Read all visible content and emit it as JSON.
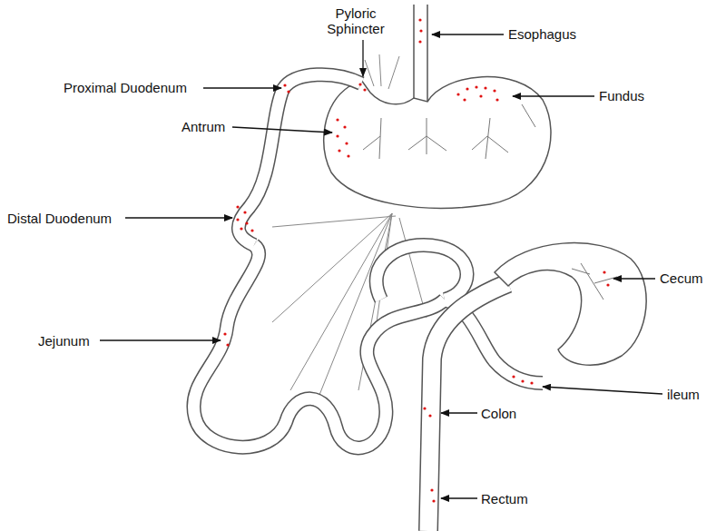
{
  "diagram": {
    "labels": [
      "Pyloric Sphincter",
      "Esophagus",
      "Proximal Duodenum",
      "Fundus",
      "Antrum",
      "Distal Duodenum",
      "Cecum",
      "Jejunum",
      "ileum",
      "Colon",
      "Rectum"
    ]
  }
}
